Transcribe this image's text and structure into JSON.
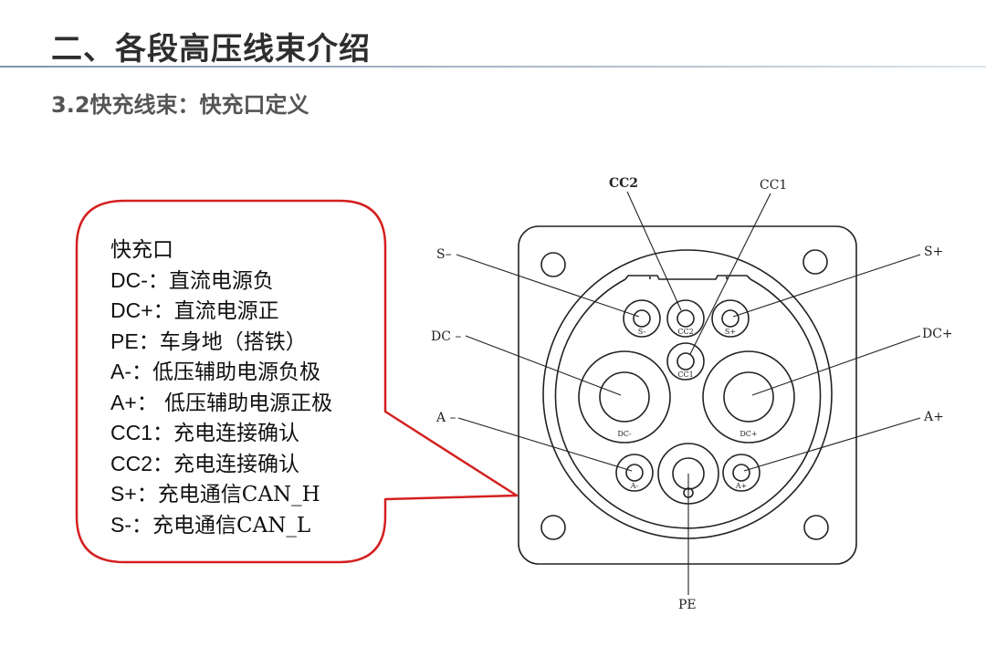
{
  "header": {
    "title": "二、各段高压线束介绍",
    "subtitle": "3.2快充线束：快充口定义"
  },
  "legend": {
    "heading": "快充口",
    "items": [
      {
        "code": "DC-",
        "sep": "：",
        "desc": "直流电源负"
      },
      {
        "code": "DC+",
        "sep": "：",
        "desc": "直流电源正"
      },
      {
        "code": "PE",
        "sep": "：",
        "desc": "车身地（搭铁）"
      },
      {
        "code": "A-",
        "sep": "：",
        "desc": "低压辅助电源负极"
      },
      {
        "code": "A+",
        "sep": "：",
        "desc": " 低压辅助电源正极"
      },
      {
        "code": "CC1",
        "sep": "：",
        "desc": "充电连接确认"
      },
      {
        "code": "CC2",
        "sep": "：",
        "desc": "充电连接确认"
      },
      {
        "code": "S+",
        "sep": "：",
        "desc": "充电通信CAN_H"
      },
      {
        "code": "S-",
        "sep": "：",
        "desc": "充电通信CAN_L"
      }
    ]
  },
  "diagram": {
    "callouts": {
      "cc2": "CC2",
      "cc1": "CC1",
      "s_minus": "S–",
      "s_plus": "S+",
      "dc_minus": "DC –",
      "dc_plus": "DC+",
      "a_minus": "A –",
      "a_plus": "A+",
      "pe": "PE"
    },
    "pin_labels": {
      "s_minus": "S-",
      "cc2": "CC2",
      "s_plus": "S+",
      "cc1": "CC1",
      "dc_minus": "DC-",
      "dc_plus": "DC+",
      "a_minus": "A-",
      "a_plus": "A+"
    }
  },
  "colors": {
    "bubble_border": "#d42020",
    "title_rule": "#8fa2b4",
    "line_art": "#222222"
  }
}
